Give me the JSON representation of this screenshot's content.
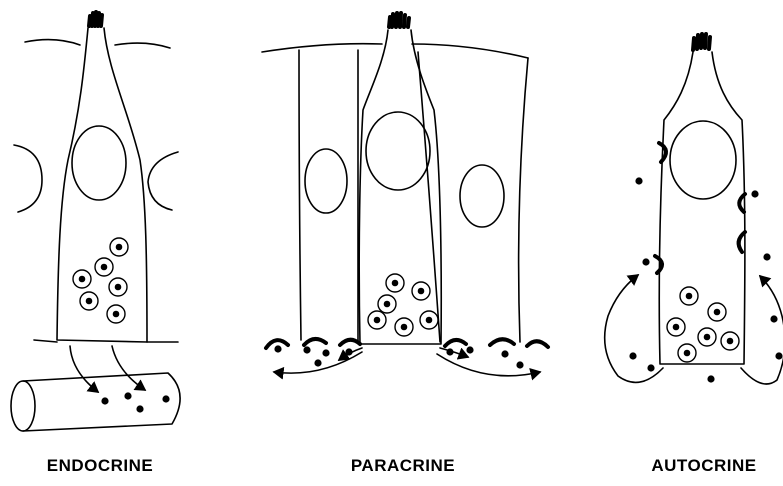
{
  "panels": [
    {
      "label": "ENDOCRINE"
    },
    {
      "label": "PARACRINE"
    },
    {
      "label": "AUTOCRINE"
    }
  ]
}
